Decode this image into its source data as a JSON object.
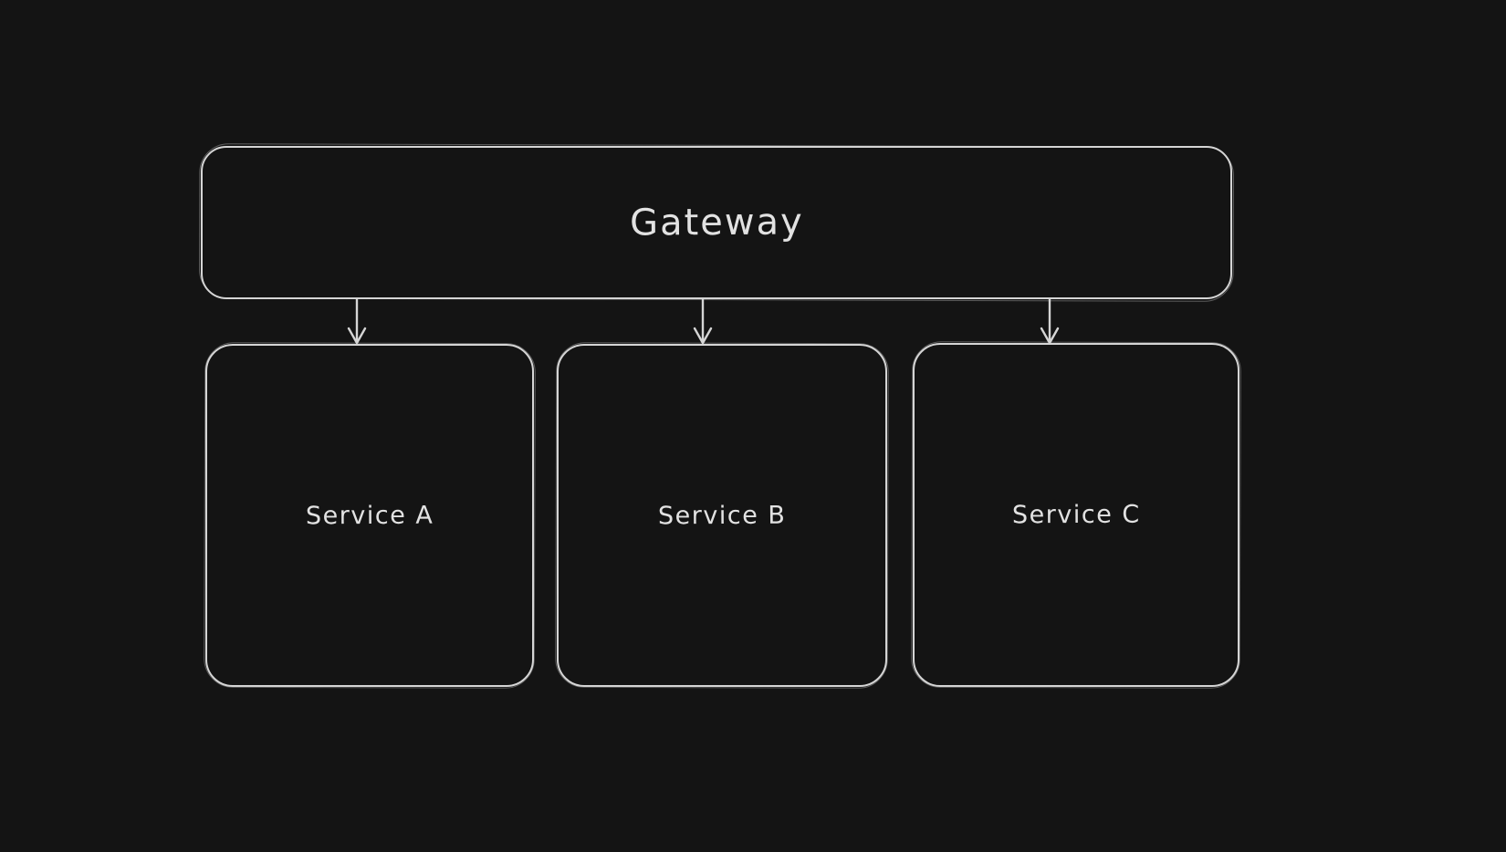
{
  "canvas": {
    "background": "#141414",
    "stroke_color": "#d5d5d5",
    "text_color": "#e2e2e2",
    "style": "hand-drawn-whiteboard-dark"
  },
  "diagram": {
    "nodes": [
      {
        "id": "gateway",
        "label": "Gateway",
        "shape": "rounded-rectangle",
        "row": "top"
      },
      {
        "id": "service-a",
        "label": "Service A",
        "shape": "rounded-rectangle",
        "row": "bottom"
      },
      {
        "id": "service-b",
        "label": "Service B",
        "shape": "rounded-rectangle",
        "row": "bottom"
      },
      {
        "id": "service-c",
        "label": "Service C",
        "shape": "rounded-rectangle",
        "row": "bottom"
      }
    ],
    "edges": [
      {
        "from": "Gateway",
        "to": "Service A",
        "type": "arrow",
        "direction": "down"
      },
      {
        "from": "Gateway",
        "to": "Service B",
        "type": "arrow",
        "direction": "down"
      },
      {
        "from": "Gateway",
        "to": "Service C",
        "type": "arrow",
        "direction": "down"
      }
    ]
  }
}
